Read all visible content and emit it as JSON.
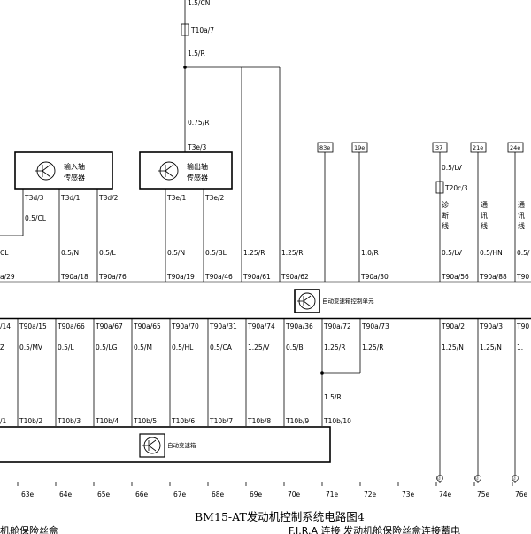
{
  "top": {
    "wire_top": "1.5/CN",
    "fuse": "T10a/7",
    "wire_mid": "1.5/R",
    "wire_075": "0.75/R",
    "t3e3": "T3e/3"
  },
  "sensors": {
    "input": {
      "name_line1": "输入轴",
      "name_line2": "传感器",
      "pins": [
        "T3d/3",
        "T3d/1",
        "T3d/2"
      ]
    },
    "output": {
      "name_line1": "输出轴",
      "name_line2": "传感器",
      "pins": [
        "T3e/1",
        "T3e/2"
      ]
    }
  },
  "tags": [
    "83e",
    "19e",
    "37",
    "21e",
    "24e"
  ],
  "right_top": {
    "wire_37": "0.5/LV",
    "fuse_37": "T20c/3",
    "diag": [
      "诊",
      "断",
      "线"
    ],
    "comm1": [
      "通",
      "讯",
      "线"
    ],
    "comm2": [
      "通",
      "讯",
      "线"
    ]
  },
  "upper_wires": [
    "0.5/CL",
    "CL",
    "0.5/N",
    "0.5/L",
    "0.5/N",
    "0.5/BL",
    "1.25/R",
    "1.25/R",
    "1.0/R",
    "0.5/LV",
    "0.5/HN",
    "0.5/"
  ],
  "upper_pins": [
    "a/29",
    "T90a/18",
    "T90a/76",
    "T90a/19",
    "T90a/46",
    "T90a/61",
    "T90a/62",
    "T90a/30",
    "T90a/56",
    "T90a/88",
    "T90"
  ],
  "tcu_label": "自动变速箱控制单元",
  "lower_pins": [
    "/14",
    "T90a/15",
    "T90a/66",
    "T90a/67",
    "T90a/65",
    "T90a/70",
    "T90a/31",
    "T90a/74",
    "T90a/36",
    "T90a/72",
    "T90a/73",
    "T90a/2",
    "T90a/3",
    "T90"
  ],
  "lower_wires": [
    "Z",
    "0.5/MV",
    "0.5/L",
    "0.5/LG",
    "0.5/M",
    "0.5/HL",
    "0.5/CA",
    "1.25/V",
    "0.5/B",
    "1.25/R",
    "1.25/R",
    "1.25/N",
    "1.25/N",
    "1."
  ],
  "mid_wire": "1.5/R",
  "t10b_pins": [
    "/1",
    "T10b/2",
    "T10b/3",
    "T10b/4",
    "T10b/5",
    "T10b/6",
    "T10b/7",
    "T10b/8",
    "T10b/9",
    "T10b/10"
  ],
  "gearbox_label": "自动变速箱",
  "bottom_markers": [
    "⑫",
    "⑫",
    "⑫"
  ],
  "scale": [
    "63e",
    "64e",
    "65e",
    "66e",
    "67e",
    "68e",
    "69e",
    "70e",
    "71e",
    "72e",
    "73e",
    "74e",
    "75e",
    "76e"
  ],
  "title": "BM15-AT发动机控制系统电路图4",
  "footer_left": "机舱保险丝盒",
  "footer_right": "F.I.R.A 连接  发动机舱保险丝盒连接蓄电"
}
